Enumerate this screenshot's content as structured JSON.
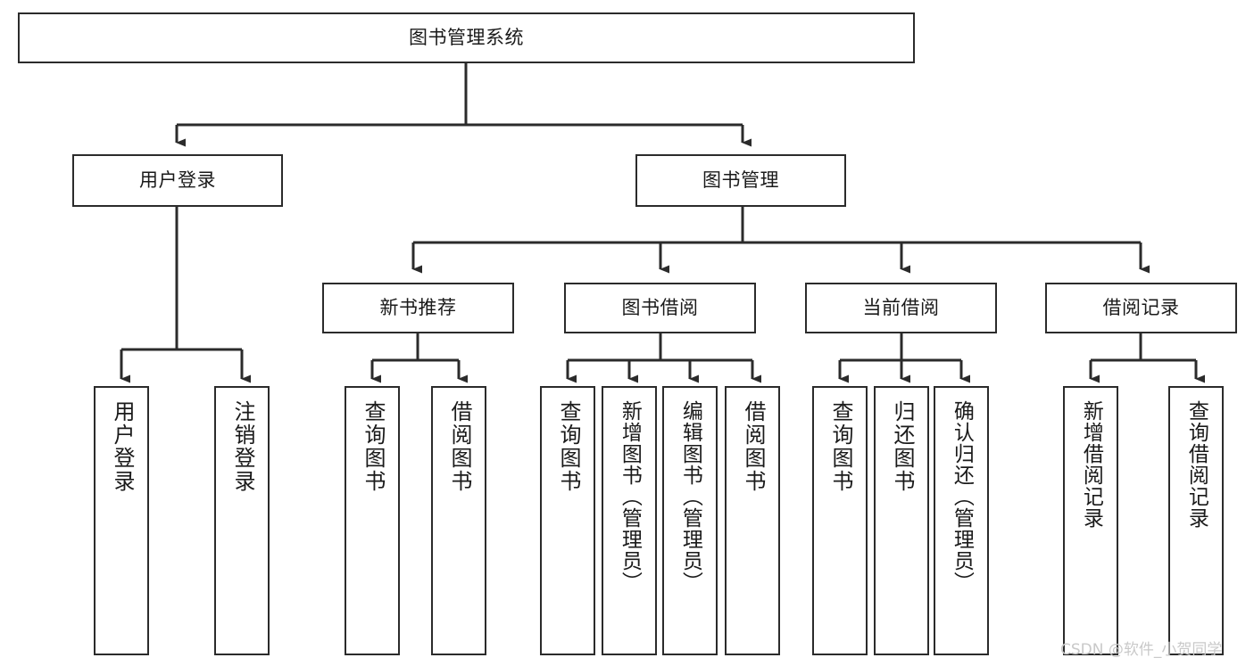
{
  "diagram": {
    "type": "tree",
    "title": "图书管理系统",
    "watermark": "CSDN @软件_小贺同学",
    "colors": {
      "background": "#ffffff",
      "box_border": "#2b2b2b",
      "box_fill": "#ffffff",
      "connector": "#2b2b2b",
      "text": "#1a1a1a",
      "watermark": "#c9c9c9"
    },
    "nodes": {
      "root": "图书管理系统",
      "level2": {
        "user_login": "用户登录",
        "book_management": "图书管理"
      },
      "level3": {
        "new_book_recommend": "新书推荐",
        "book_borrow": "图书借阅",
        "current_borrow": "当前借阅",
        "borrow_record": "借阅记录"
      },
      "leaves": {
        "user_login_children": [
          "用户登录",
          "注销登录"
        ],
        "new_book_recommend_children": [
          "查询图书",
          "借阅图书"
        ],
        "book_borrow_children": [
          "查询图书",
          "新增图书（管理员）",
          "编辑图书（管理员）",
          "借阅图书"
        ],
        "current_borrow_children": [
          "查询图书",
          "归还图书",
          "确认归还（管理员）"
        ],
        "borrow_record_children": [
          "新增借阅记录",
          "查询借阅记录"
        ]
      }
    }
  }
}
